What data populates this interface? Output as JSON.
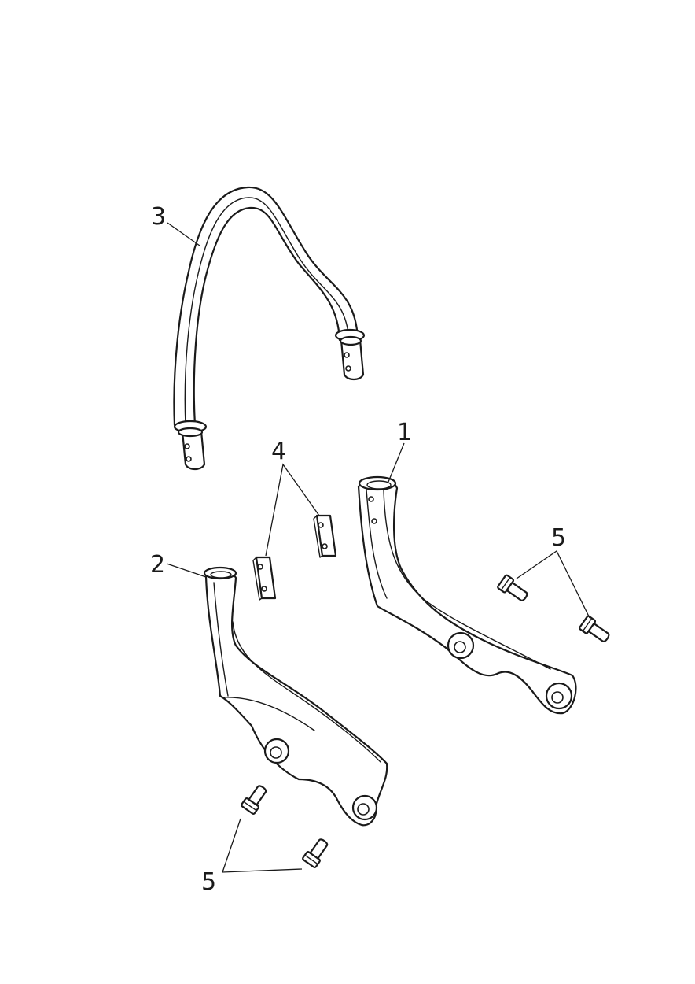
{
  "diagram": {
    "type": "exploded-parts-view",
    "line_color": "#1a1a1a",
    "background": "#ffffff",
    "callouts": [
      {
        "id": "c1",
        "label": "1",
        "part": "right-side-bracket"
      },
      {
        "id": "c2",
        "label": "2",
        "part": "left-side-bracket"
      },
      {
        "id": "c3",
        "label": "3",
        "part": "grab-rail-tube"
      },
      {
        "id": "c4",
        "label": "4",
        "part": "clamp-plates"
      },
      {
        "id": "c5a",
        "label": "5",
        "part": "bolts-right"
      },
      {
        "id": "c5b",
        "label": "5",
        "part": "bolts-left"
      }
    ]
  }
}
